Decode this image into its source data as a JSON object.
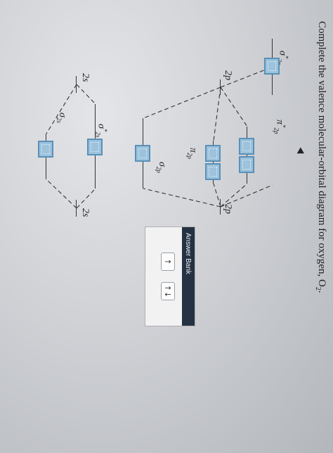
{
  "question": {
    "text": "Complete the valence molecular-orbital diagram for oxygen, O",
    "subscript": "2",
    "end": "."
  },
  "atomic_orbitals": {
    "left_2p": "2p",
    "right_2p": "2p",
    "left_2s": "2s",
    "right_2s": "2s"
  },
  "molecular_orbitals": {
    "sigma_star_2p": {
      "symbol": "σ",
      "sup": "*",
      "sub": "2p"
    },
    "pi_star_2p": {
      "symbol": "π",
      "sup": "*",
      "sub": "2p"
    },
    "pi_2p": {
      "symbol": "π",
      "sub": "2p"
    },
    "sigma_2p": {
      "symbol": "σ",
      "sub": "2p"
    },
    "sigma_star_2s": {
      "symbol": "σ",
      "sup": "*",
      "sub": "2s"
    },
    "sigma_2s": {
      "symbol": "σ",
      "sub": "2s"
    }
  },
  "answer_bank": {
    "title": "Answer Bank",
    "tiles": [
      "↑",
      "↑↓"
    ]
  }
}
